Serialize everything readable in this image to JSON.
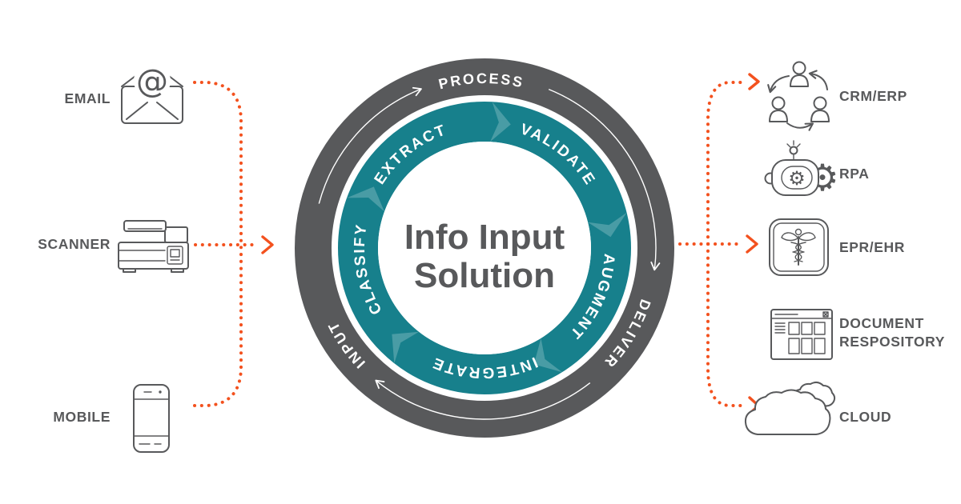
{
  "colors": {
    "dark_gray": "#58595B",
    "teal": "#17808C",
    "orange_accent": "#F3511E",
    "background": "#FFFFFF"
  },
  "diagram": {
    "center_title": {
      "line1": "Info Input",
      "line2": "Solution"
    },
    "outer_ring": {
      "phases": [
        "INPUT",
        "PROCESS",
        "DELIVER"
      ]
    },
    "inner_ring": {
      "segments": [
        "EXTRACT",
        "VALIDATE",
        "AUGMENT",
        "INTEGRATE",
        "CLASSIFY"
      ]
    }
  },
  "sources": [
    {
      "label": "EMAIL",
      "icon": "email-envelope-icon"
    },
    {
      "label": "SCANNER",
      "icon": "scanner-printer-icon"
    },
    {
      "label": "MOBILE",
      "icon": "mobile-phone-icon"
    }
  ],
  "destinations": [
    {
      "label": "CRM/ERP",
      "icon": "people-cycle-icon"
    },
    {
      "label": "RPA",
      "icon": "robot-gear-icon"
    },
    {
      "label": "EPR/EHR",
      "icon": "caduceus-badge-icon"
    },
    {
      "label": "DOCUMENT RESPOSITORY",
      "label_line1": "DOCUMENT",
      "label_line2": "RESPOSITORY",
      "icon": "document-window-icon"
    },
    {
      "label": "CLOUD",
      "icon": "cloud-icon"
    }
  ],
  "glyphs": {
    "at": "@",
    "gear": "⚙"
  }
}
